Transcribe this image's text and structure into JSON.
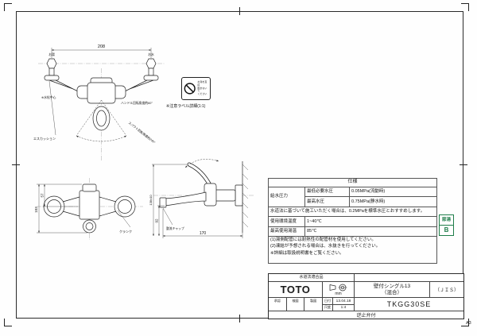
{
  "sheet": {
    "size_label": "A3"
  },
  "views": {
    "front": {
      "dim_width": "208",
      "left_port": "お湯",
      "right_port": "お水",
      "handle_note": "ハンドル回転角度約60°",
      "spout_note": "スパウト回転角度約240°",
      "escutcheon_label": "エスカッション",
      "center_note": "※水栓中心"
    },
    "bottom": {
      "dim_total": "103",
      "dim_upper": "57",
      "part_label": "クランク"
    },
    "side": {
      "dim_length": "170",
      "dim_height": "92",
      "dim_install": "138±10",
      "tip_label": "整流キャップ"
    }
  },
  "caution": {
    "note": "※注意ラベル詳細(1:1)",
    "lines": [
      "お湯を直接",
      "飲まないで",
      "ください"
    ]
  },
  "spec_table": {
    "title": "仕様",
    "col_pressure": "給水圧力",
    "row_min_label": "最低必要水圧",
    "row_min_value": "0.05MPa(流動時)",
    "row_max_label": "最高水圧",
    "row_max_value": "0.75MPa(静水時)",
    "pressure_note": "水道法に基づいて施工いただく場合は、0.2MPaを標準水圧とおすすめします。",
    "row_env_label": "使用環境温度",
    "row_env_value": "1~40℃",
    "row_hot_label": "最高使用湯温",
    "row_hot_value": "85℃",
    "notes": [
      "(1)湯側配管には耐熱性の配管材を使用してください。",
      "(2)凍結が予想される場合は、水抜きを行ってください。",
      "※詳細は取扱説明書をご覧ください。"
    ]
  },
  "badge": {
    "top": "節湯",
    "bottom": "B",
    "color": "#1e7d49"
  },
  "title_block": {
    "cert": "水道法適合品",
    "brand": "TOTO",
    "unit": "mm",
    "title": "壁付シングル13",
    "subtitle": "（混合）",
    "jis": "（ＪＩＳ）",
    "approval": "承認",
    "check": "検図",
    "draft": "製図",
    "date_label": "日付",
    "date": "13.04.18",
    "scale_label": "尺度",
    "scale": "1:4",
    "number": "TKGG30SE",
    "bottom_note": "逆止弁付"
  }
}
